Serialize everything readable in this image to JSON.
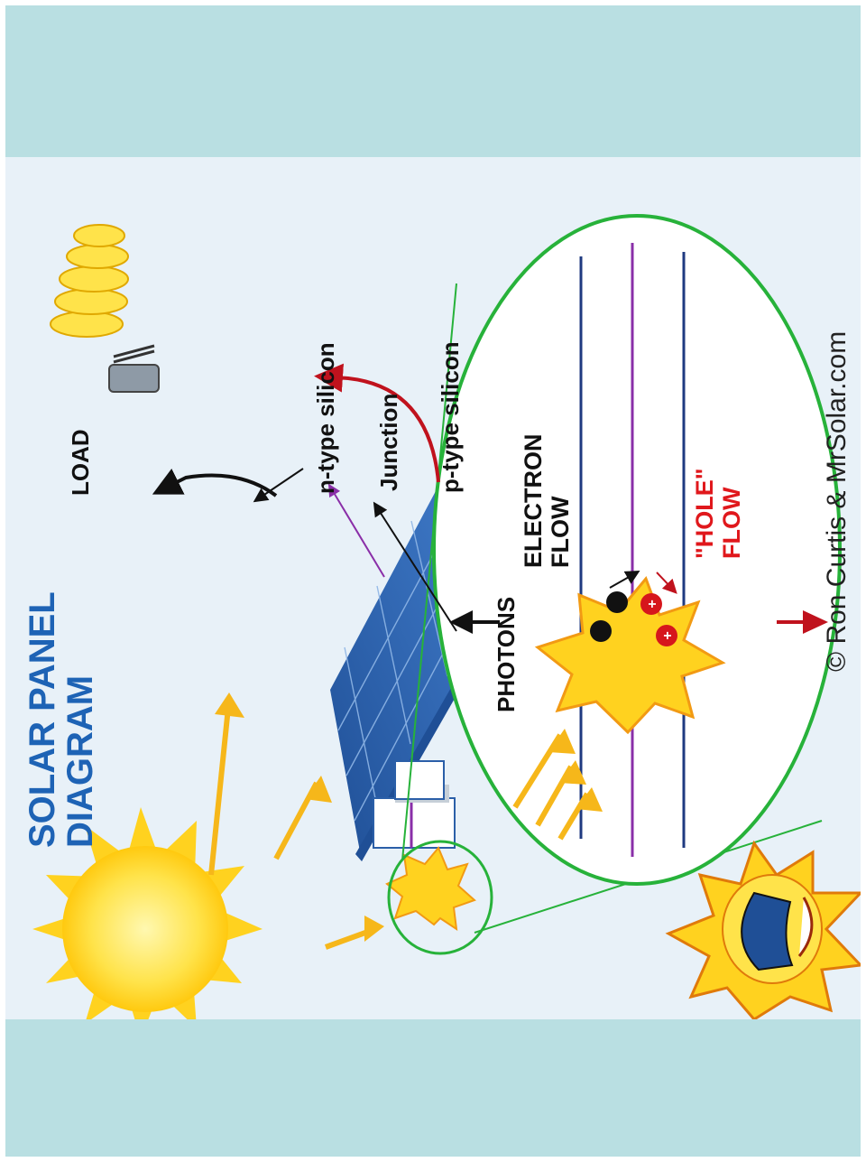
{
  "title": {
    "line1": "SOLAR PANEL",
    "line2": "DIAGRAM"
  },
  "labels": {
    "load": "LOAD",
    "n_type": "n-type silicon",
    "junction": "Junction",
    "p_type": "p-type silicon",
    "photons": "PHOTONS",
    "electron_flow_1": "ELECTRON",
    "electron_flow_2": "FLOW",
    "hole_flow_1": "\"HOLE\"",
    "hole_flow_2": "FLOW"
  },
  "credit": "© Ron Curtis & MrSolar.com",
  "colors": {
    "frame": "#b9dfe2",
    "background": "#e8f1f8",
    "panel": "#2b5fa8",
    "title": "#1e63b5",
    "sun": "#ffd21f",
    "photon_arrow": "#f6b71a",
    "zoom_ring": "#27b23a",
    "n_wire": "#c0121d",
    "junction_line": "#8a2fa8",
    "hole": "#d6161c",
    "electron": "#111111"
  },
  "icons": [
    "sun-icon",
    "light-bulb-icon",
    "photon-arrow-icon",
    "burst-icon",
    "electron-icon",
    "hole-icon",
    "cartoon-sun-icon"
  ]
}
